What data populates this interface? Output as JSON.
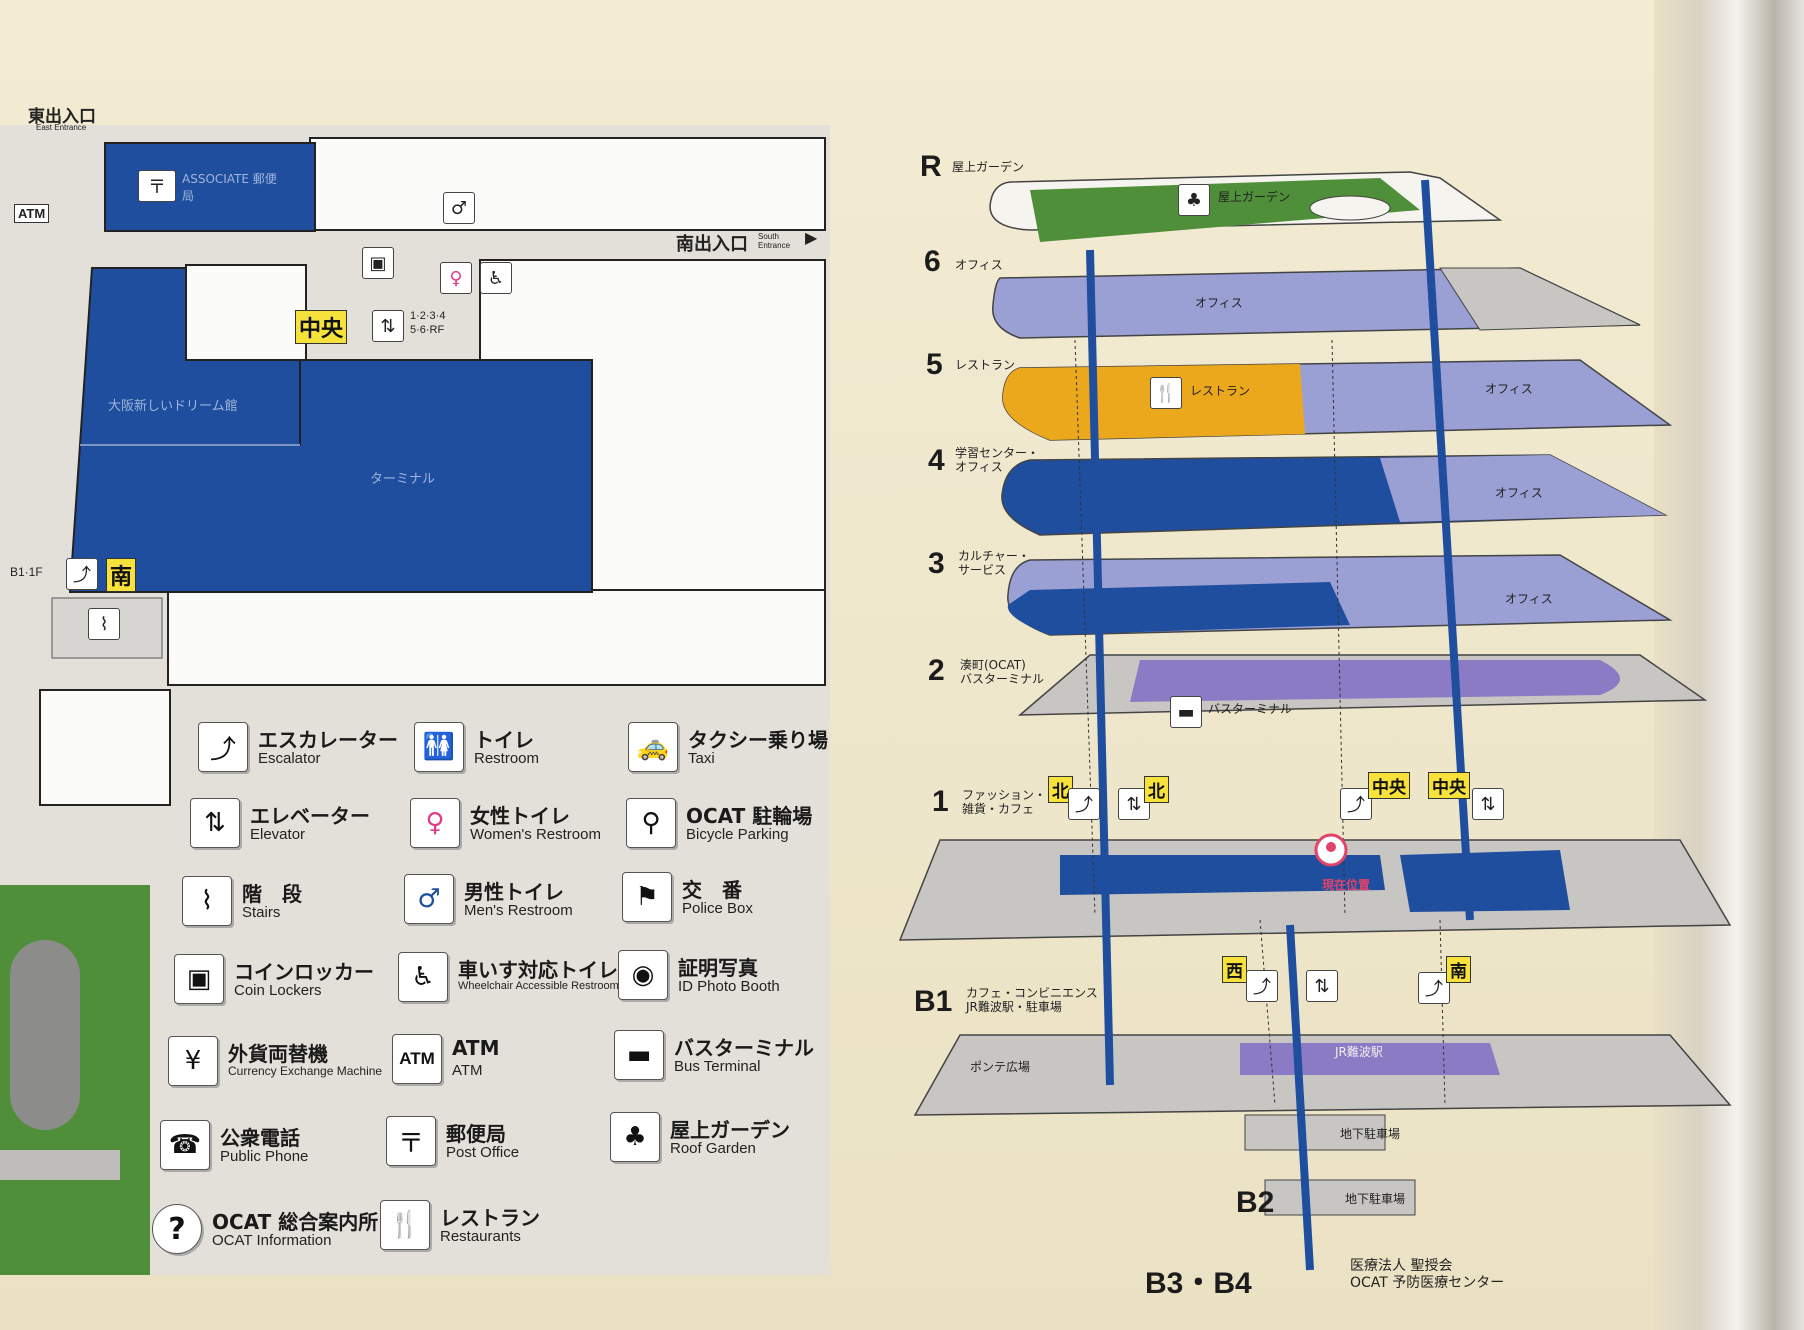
{
  "floor_plan": {
    "east_entrance": {
      "jp": "東出入口",
      "en": "East Entrance"
    },
    "south_entrance": {
      "jp": "南出入口",
      "en": "South Entrance"
    },
    "atm_label": "ATM",
    "post_office_label": "ASSOCIATE 郵便局",
    "dream_label": "大阪新しいドリーム館",
    "main_block_label": "ターミナル",
    "central_tag": "中央",
    "elevator_floors_line1": "1·2·3·4",
    "elevator_floors_line2": "5·6·RF",
    "south_tag": "南",
    "b1_1f_label": "B1·1F"
  },
  "legend": [
    {
      "icon": "escalator-icon",
      "glyph": "⤴",
      "jp": "エスカレーター",
      "en": "Escalator"
    },
    {
      "icon": "restroom-icon",
      "glyph": "🚻",
      "jp": "トイレ",
      "en": "Restroom"
    },
    {
      "icon": "taxi-icon",
      "glyph": "🚕",
      "jp": "タクシー乗り場",
      "en": "Taxi"
    },
    {
      "icon": "elevator-icon",
      "glyph": "⇅",
      "jp": "エレベーター",
      "en": "Elevator"
    },
    {
      "icon": "womens-restroom-icon",
      "glyph": "♀",
      "jp": "女性トイレ",
      "en": "Women's Restroom"
    },
    {
      "icon": "bicycle-icon",
      "glyph": "⚲",
      "jp": "OCAT 駐輪場",
      "en": "Bicycle Parking"
    },
    {
      "icon": "stairs-icon",
      "glyph": "⌇",
      "jp": "階　段",
      "en": "Stairs"
    },
    {
      "icon": "mens-restroom-icon",
      "glyph": "♂",
      "jp": "男性トイレ",
      "en": "Men's Restroom"
    },
    {
      "icon": "police-icon",
      "glyph": "⚑",
      "jp": "交　番",
      "en": "Police Box"
    },
    {
      "icon": "coin-locker-icon",
      "glyph": "▣",
      "jp": "コインロッカー",
      "en": "Coin Lockers"
    },
    {
      "icon": "wheelchair-icon",
      "glyph": "♿",
      "jp": "車いす対応トイレ",
      "en": "Wheelchair Accessible Restroom"
    },
    {
      "icon": "camera-icon",
      "glyph": "◉",
      "jp": "証明写真",
      "en": "ID Photo Booth"
    },
    {
      "icon": "currency-exchange-icon",
      "glyph": "¥",
      "jp": "外貨両替機",
      "en": "Currency Exchange Machine"
    },
    {
      "icon": "atm-icon",
      "glyph": "ATM",
      "jp": "ATM",
      "en": "ATM"
    },
    {
      "icon": "bus-icon",
      "glyph": "▬",
      "jp": "バスターミナル",
      "en": "Bus Terminal"
    },
    {
      "icon": "phone-icon",
      "glyph": "☎",
      "jp": "公衆電話",
      "en": "Public Phone"
    },
    {
      "icon": "post-office-icon",
      "glyph": "〒",
      "jp": "郵便局",
      "en": "Post Office"
    },
    {
      "icon": "tree-icon",
      "glyph": "♣",
      "jp": "屋上ガーデン",
      "en": "Roof Garden"
    },
    {
      "icon": "information-icon",
      "glyph": "?",
      "jp": "OCAT 総合案内所",
      "en": "OCAT Information"
    },
    {
      "icon": "restaurant-icon",
      "glyph": "🍴",
      "jp": "レストラン",
      "en": "Restaurants"
    }
  ],
  "floors": [
    {
      "num": "R",
      "name": "屋上ガーデン",
      "inner": "屋上ガーデン"
    },
    {
      "num": "6",
      "name": "オフィス",
      "inner": "オフィス"
    },
    {
      "num": "5",
      "name": "レストラン",
      "inner": "レストラン",
      "inner2": "オフィス"
    },
    {
      "num": "4",
      "name": "学習センター・\nオフィス",
      "inner": "オフィス"
    },
    {
      "num": "3",
      "name": "カルチャー・\nサービス",
      "inner": "オフィス"
    },
    {
      "num": "2",
      "name": "湊町(OCAT)\nバスターミナル",
      "inner": "バスターミナル"
    },
    {
      "num": "1",
      "name": "ファッション・\n雑貨・カフェ",
      "inner": "現在位置"
    },
    {
      "num": "B1",
      "name": "カフェ・コンビニエンス\nJR難波駅・駐車場",
      "inner": "JR難波駅",
      "inner2": "ポンテ広場",
      "inner3": "地下駐車場"
    },
    {
      "num": "B2",
      "name": "",
      "inner": "地下駐車場"
    },
    {
      "num": "B3・B4",
      "name": "医療法人 聖授会\nOCAT 予防医療センター",
      "inner": ""
    }
  ],
  "section_tags": {
    "north": "北",
    "central": "中央",
    "west": "西",
    "south": "南"
  },
  "colors": {
    "blue": "#1f4e9e",
    "lavender": "#9a9fd4",
    "purple": "#8b7bc4",
    "green": "#4f8f3a",
    "orange": "#eba81d",
    "grey": "#c8c6c2",
    "tag": "#f6e23a"
  }
}
